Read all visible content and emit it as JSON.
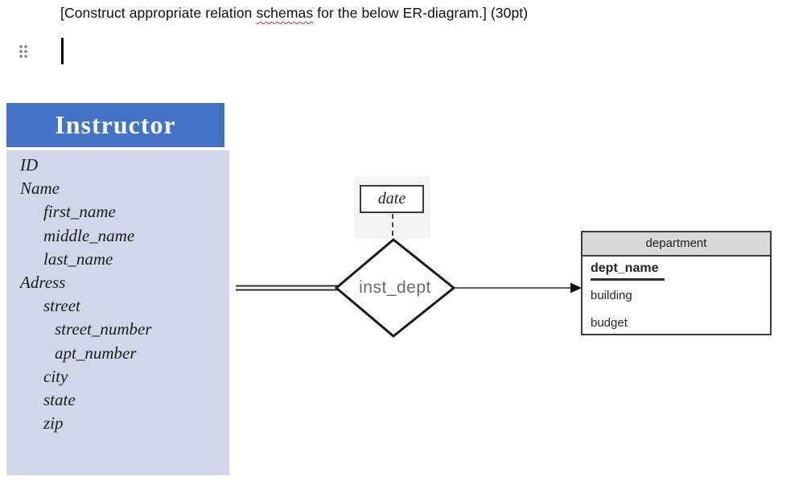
{
  "page": {
    "title_prefix": "[Construct appropriate relation ",
    "title_misspelled_word": "schemas",
    "title_suffix": " for the below ER-diagram.] (30pt)",
    "drag_handle_icon": "six-dot-drag-grip",
    "colors": {
      "entity_header_blue": "#4472C4",
      "entity_body_lavender": "#D0D7E9",
      "table_header_gray": "#D9D9D9",
      "spellcheck_squiggle_red": "#C0392B",
      "relationship_label_gray": "#6A6A6A"
    }
  },
  "instructor_entity": {
    "title": "Instructor",
    "attributes": [
      {
        "label": "ID",
        "indent": 0
      },
      {
        "label": "Name",
        "indent": 0
      },
      {
        "label": "first_name",
        "indent": 1
      },
      {
        "label": "middle_name",
        "indent": 1
      },
      {
        "label": "last_name",
        "indent": 1
      },
      {
        "label": "Adress",
        "indent": 0
      },
      {
        "label": "street",
        "indent": 1
      },
      {
        "label": "street_number",
        "indent": 2
      },
      {
        "label": "apt_number",
        "indent": 2
      },
      {
        "label": "city",
        "indent": 1
      },
      {
        "label": "state",
        "indent": 1
      },
      {
        "label": "zip",
        "indent": 1
      }
    ]
  },
  "relationship": {
    "name": "inst_dept",
    "attribute_label": "date",
    "instructor_side": "double-line (total participation)",
    "department_side": "arrow (many-to-one)"
  },
  "department_table": {
    "title": "department",
    "rows": [
      {
        "name": "dept_name",
        "primary_key": true
      },
      {
        "name": "building",
        "primary_key": false
      },
      {
        "name": "budget",
        "primary_key": false
      }
    ]
  }
}
